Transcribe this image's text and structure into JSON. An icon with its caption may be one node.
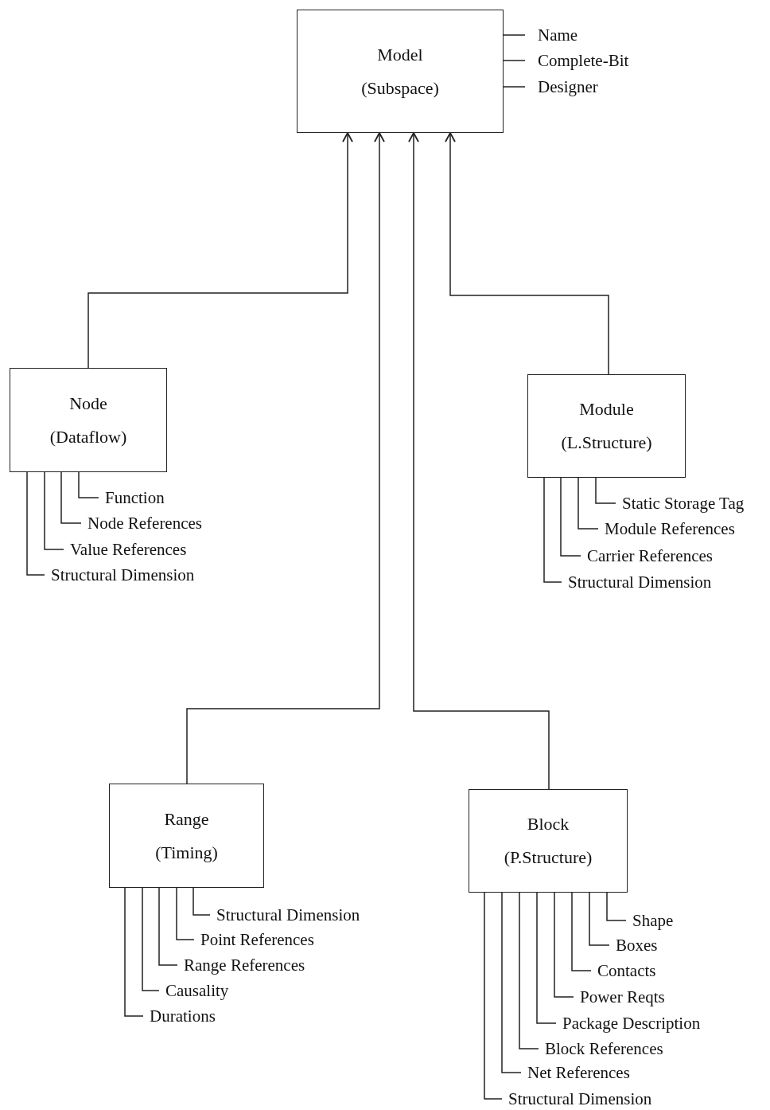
{
  "diagram": {
    "nodes": [
      {
        "text": [
          "Model",
          "(Subspace)"
        ]
      },
      {
        "text": [
          "Name"
        ]
      },
      {
        "text": [
          "Complete-Bit"
        ]
      },
      {
        "text": [
          "Designer"
        ]
      },
      {
        "text": [
          "Node",
          "(Dataflow)"
        ]
      },
      {
        "text": [
          "Function"
        ]
      },
      {
        "text": [
          "Node References"
        ]
      },
      {
        "text": [
          "Value References"
        ]
      },
      {
        "text": [
          "Structural Dimension"
        ]
      },
      {
        "text": [
          "Module",
          "(L.Structure)"
        ]
      },
      {
        "text": [
          "Static Storage Tag"
        ]
      },
      {
        "text": [
          "Module References"
        ]
      },
      {
        "text": [
          "Carrier References"
        ]
      },
      {
        "text": [
          "Structural Dimension"
        ]
      },
      {
        "text": [
          "Range",
          "(Timing)"
        ]
      },
      {
        "text": [
          "Structural Dimension"
        ]
      },
      {
        "text": [
          "Point References"
        ]
      },
      {
        "text": [
          "Range References"
        ]
      },
      {
        "text": [
          "Causality"
        ]
      },
      {
        "text": [
          "Durations"
        ]
      },
      {
        "text": [
          "Block",
          "(P.Structure)"
        ]
      },
      {
        "text": [
          "Shape"
        ]
      },
      {
        "text": [
          "Boxes"
        ]
      },
      {
        "text": [
          "Contacts"
        ]
      },
      {
        "text": [
          "Power Reqts"
        ]
      },
      {
        "text": [
          "Package Description"
        ]
      },
      {
        "text": [
          "Block References"
        ]
      },
      {
        "text": [
          "Net References"
        ]
      },
      {
        "text": [
          "Structural Dimension"
        ]
      }
    ],
    "edges": [
      {
        "from": 4,
        "to": 0,
        "arrow": "to"
      },
      {
        "from": 14,
        "to": 0,
        "arrow": "to"
      },
      {
        "from": 20,
        "to": 0,
        "arrow": "to"
      },
      {
        "from": 9,
        "to": 0,
        "arrow": "to"
      },
      {
        "from": 0,
        "to": 1,
        "arrow": "none"
      },
      {
        "from": 0,
        "to": 2,
        "arrow": "none"
      },
      {
        "from": 0,
        "to": 3,
        "arrow": "none"
      },
      {
        "from": 4,
        "to": 5,
        "arrow": "none"
      },
      {
        "from": 4,
        "to": 6,
        "arrow": "none"
      },
      {
        "from": 4,
        "to": 7,
        "arrow": "none"
      },
      {
        "from": 4,
        "to": 8,
        "arrow": "none"
      },
      {
        "from": 9,
        "to": 10,
        "arrow": "none"
      },
      {
        "from": 9,
        "to": 11,
        "arrow": "none"
      },
      {
        "from": 9,
        "to": 12,
        "arrow": "none"
      },
      {
        "from": 9,
        "to": 13,
        "arrow": "none"
      },
      {
        "from": 14,
        "to": 15,
        "arrow": "none"
      },
      {
        "from": 14,
        "to": 16,
        "arrow": "none"
      },
      {
        "from": 14,
        "to": 17,
        "arrow": "none"
      },
      {
        "from": 14,
        "to": 18,
        "arrow": "none"
      },
      {
        "from": 14,
        "to": 19,
        "arrow": "none"
      },
      {
        "from": 20,
        "to": 21,
        "arrow": "none"
      },
      {
        "from": 20,
        "to": 22,
        "arrow": "none"
      },
      {
        "from": 20,
        "to": 23,
        "arrow": "none"
      },
      {
        "from": 20,
        "to": 24,
        "arrow": "none"
      },
      {
        "from": 20,
        "to": 25,
        "arrow": "none"
      },
      {
        "from": 20,
        "to": 26,
        "arrow": "none"
      },
      {
        "from": 20,
        "to": 27,
        "arrow": "none"
      },
      {
        "from": 20,
        "to": 28,
        "arrow": "none"
      }
    ]
  }
}
